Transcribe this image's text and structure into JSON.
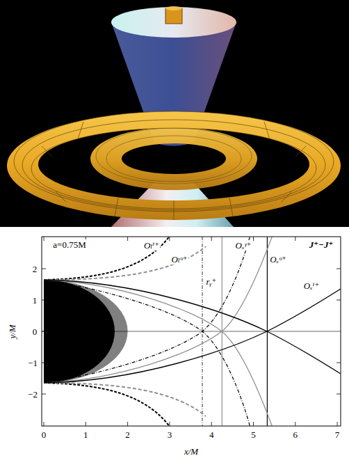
{
  "diagram": {
    "labels": [
      "a=0.75M",
      "Oₗⁱ⁺",
      "Oₗᵒ⁺",
      "rᵧ⁺",
      "Oₓᵞ⁺",
      "Oₓᵒ⁺",
      "J⁺−J⁺",
      "Oₓⁱ⁺",
      "2",
      "1",
      "0",
      "−1",
      "−2",
      "0",
      "1",
      "2",
      "3",
      "4",
      "5",
      "6",
      "7",
      "x/M",
      "y/M"
    ]
  }
}
